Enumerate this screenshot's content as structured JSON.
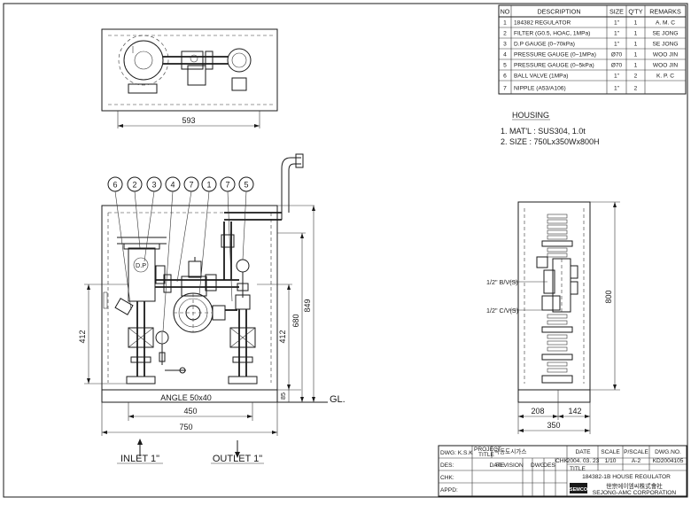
{
  "bom": {
    "headers": [
      "NO",
      "DESCRIPTION",
      "SIZE",
      "Q'TY",
      "REMARKS"
    ],
    "rows": [
      [
        "1",
        "184382 REGULATOR",
        "1\"",
        "1",
        "A. M. C"
      ],
      [
        "2",
        "FILTER (G0.5, HOAC, 1MPa)",
        "1\"",
        "1",
        "SE JONG"
      ],
      [
        "3",
        "D.P GAUGE (0~70kPa)",
        "1\"",
        "1",
        "SE JONG"
      ],
      [
        "4",
        "PRESSURE GAUGE (0~1MPa)",
        "Ø70",
        "1",
        "WOO JIN"
      ],
      [
        "5",
        "PRESSURE GAUGE (0~5kPa)",
        "Ø70",
        "1",
        "WOO JIN"
      ],
      [
        "6",
        "BALL VALVE (1MPa)",
        "1\"",
        "2",
        "K. P. C"
      ],
      [
        "7",
        "NIPPLE (A53/A106)",
        "1\"",
        "2",
        ""
      ]
    ]
  },
  "housing": {
    "title": "HOUSING",
    "line1": "1. MAT'L : SUS304, 1.0t",
    "line2": "2. SIZE : 750Lx350Wx800H"
  },
  "balloons": [
    "6",
    "2",
    "3",
    "4",
    "7",
    "1",
    "7",
    "5"
  ],
  "dims": {
    "top_width": "593",
    "front_height_total": "849",
    "front_height_mid": "680",
    "front_left_412": "412",
    "front_right_412": "412",
    "front_base": "85",
    "angle": "ANGLE 50x40",
    "front_450": "450",
    "front_750": "750",
    "side_800": "800",
    "side_208": "208",
    "side_142": "142",
    "side_350": "350"
  },
  "labels": {
    "dp": "D.P",
    "gl": "GL.",
    "inlet": "INLET 1\"",
    "outlet": "OUTLET 1\"",
    "bv": "1/2\" B/V(S)",
    "cv": "1/2\" C/V(S)"
  },
  "title_block": {
    "dwg_label": "DWG: K.S.K",
    "des_label": "DES:",
    "chk_label": "CHK:",
    "appd_label": "APPD:",
    "project_label": "PROJECT",
    "title_label": "TITLE",
    "project_name": "극동도시가스",
    "date_h": "DATE",
    "scale_h": "SCALE",
    "pscale_h": "P/SCALE",
    "dwgno_h": "DWG.NO.",
    "chk_cell": "CHK",
    "date_v": "2004. 03. 23",
    "scale_v": "1/10",
    "pscale_v": "A-2",
    "dwgno_v": "KD2004105",
    "rev_date_h": "DATE",
    "rev_h": "REVISION",
    "dwg_h": "DWG",
    "des_h": "DES",
    "title_cell": "TITLE",
    "drawing_title": "184382-1B HOUSE REGULATOR",
    "logo": "SEMCO",
    "company_kr": "世宗에이엠씨株式會社",
    "company_en": "SEJONG-AMC CORPORATION"
  }
}
